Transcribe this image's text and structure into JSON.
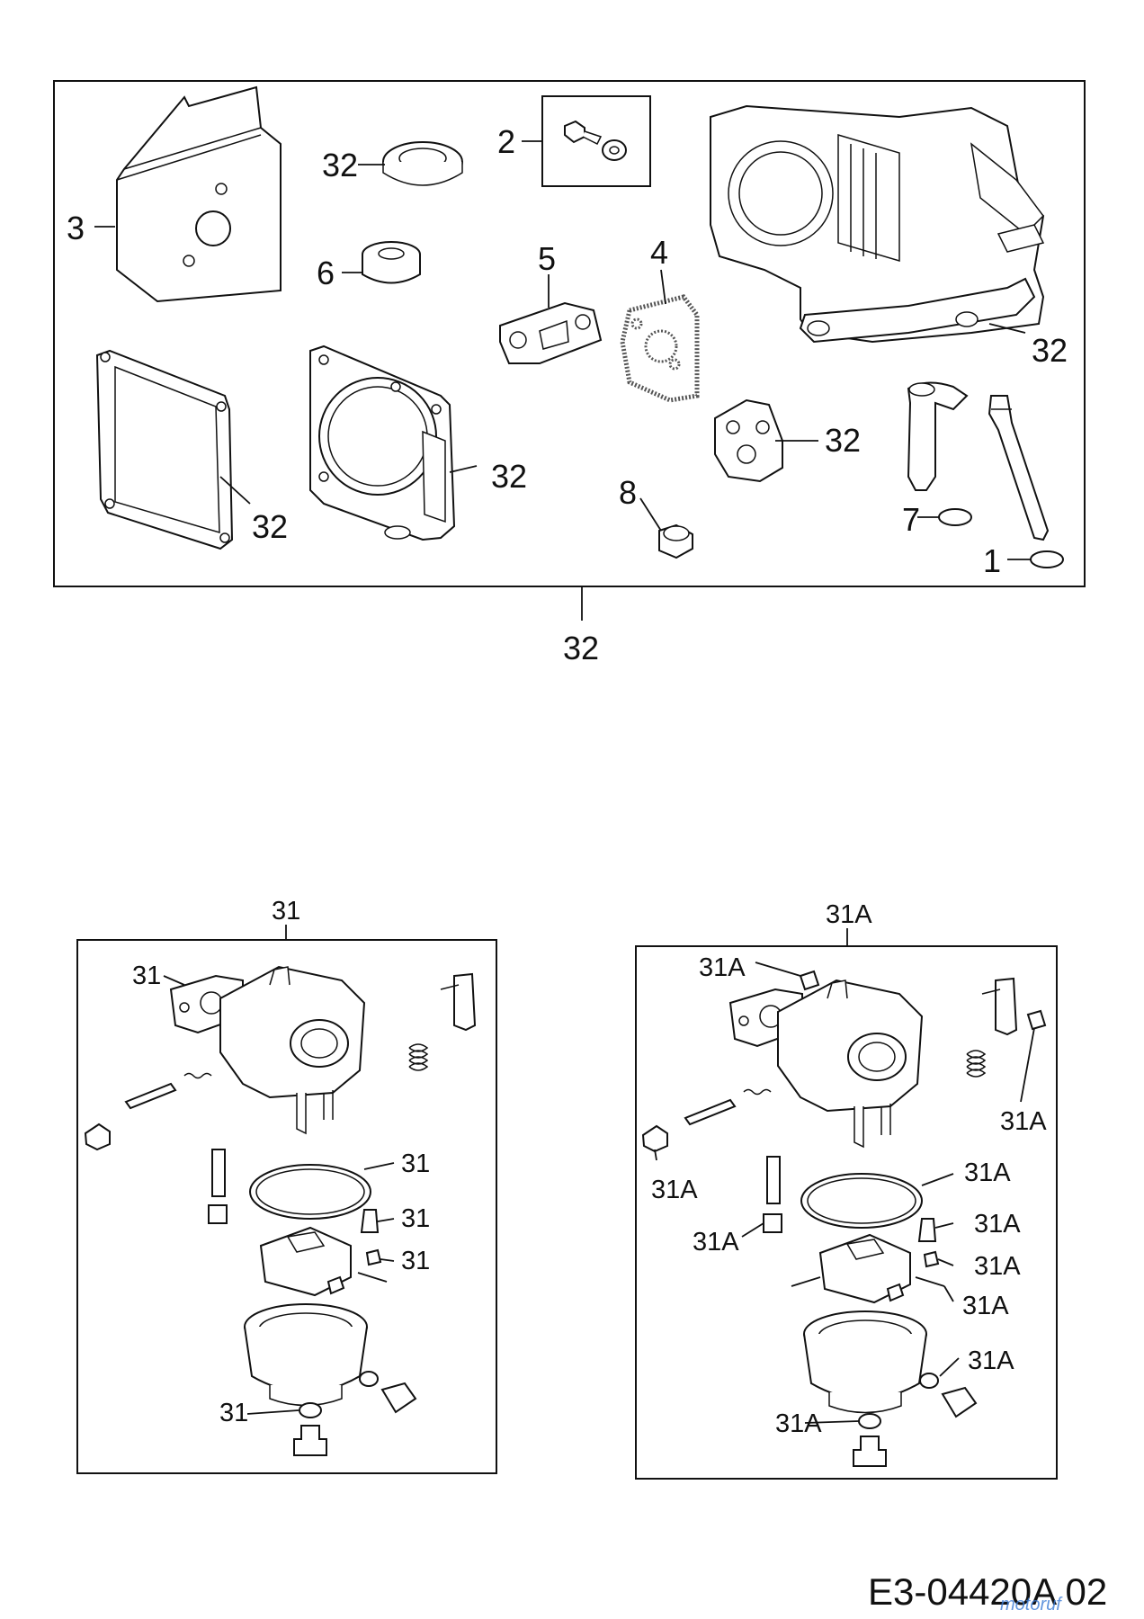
{
  "top_panel": {
    "assembly_label": "32",
    "labels": [
      "32",
      "2",
      "3",
      "6",
      "5",
      "4",
      "32",
      "32",
      "32",
      "8",
      "32",
      "7",
      "1"
    ]
  },
  "kit_31": {
    "title": "31",
    "labels": [
      "31",
      "31",
      "31",
      "31",
      "31"
    ]
  },
  "kit_31a": {
    "title": "31A",
    "labels": [
      "31A",
      "31A",
      "31A",
      "31A",
      "31A",
      "31A",
      "31A",
      "31A",
      "31A",
      "31A"
    ]
  },
  "drawing_code": "E3-04420A 02",
  "watermark": "motoruf"
}
